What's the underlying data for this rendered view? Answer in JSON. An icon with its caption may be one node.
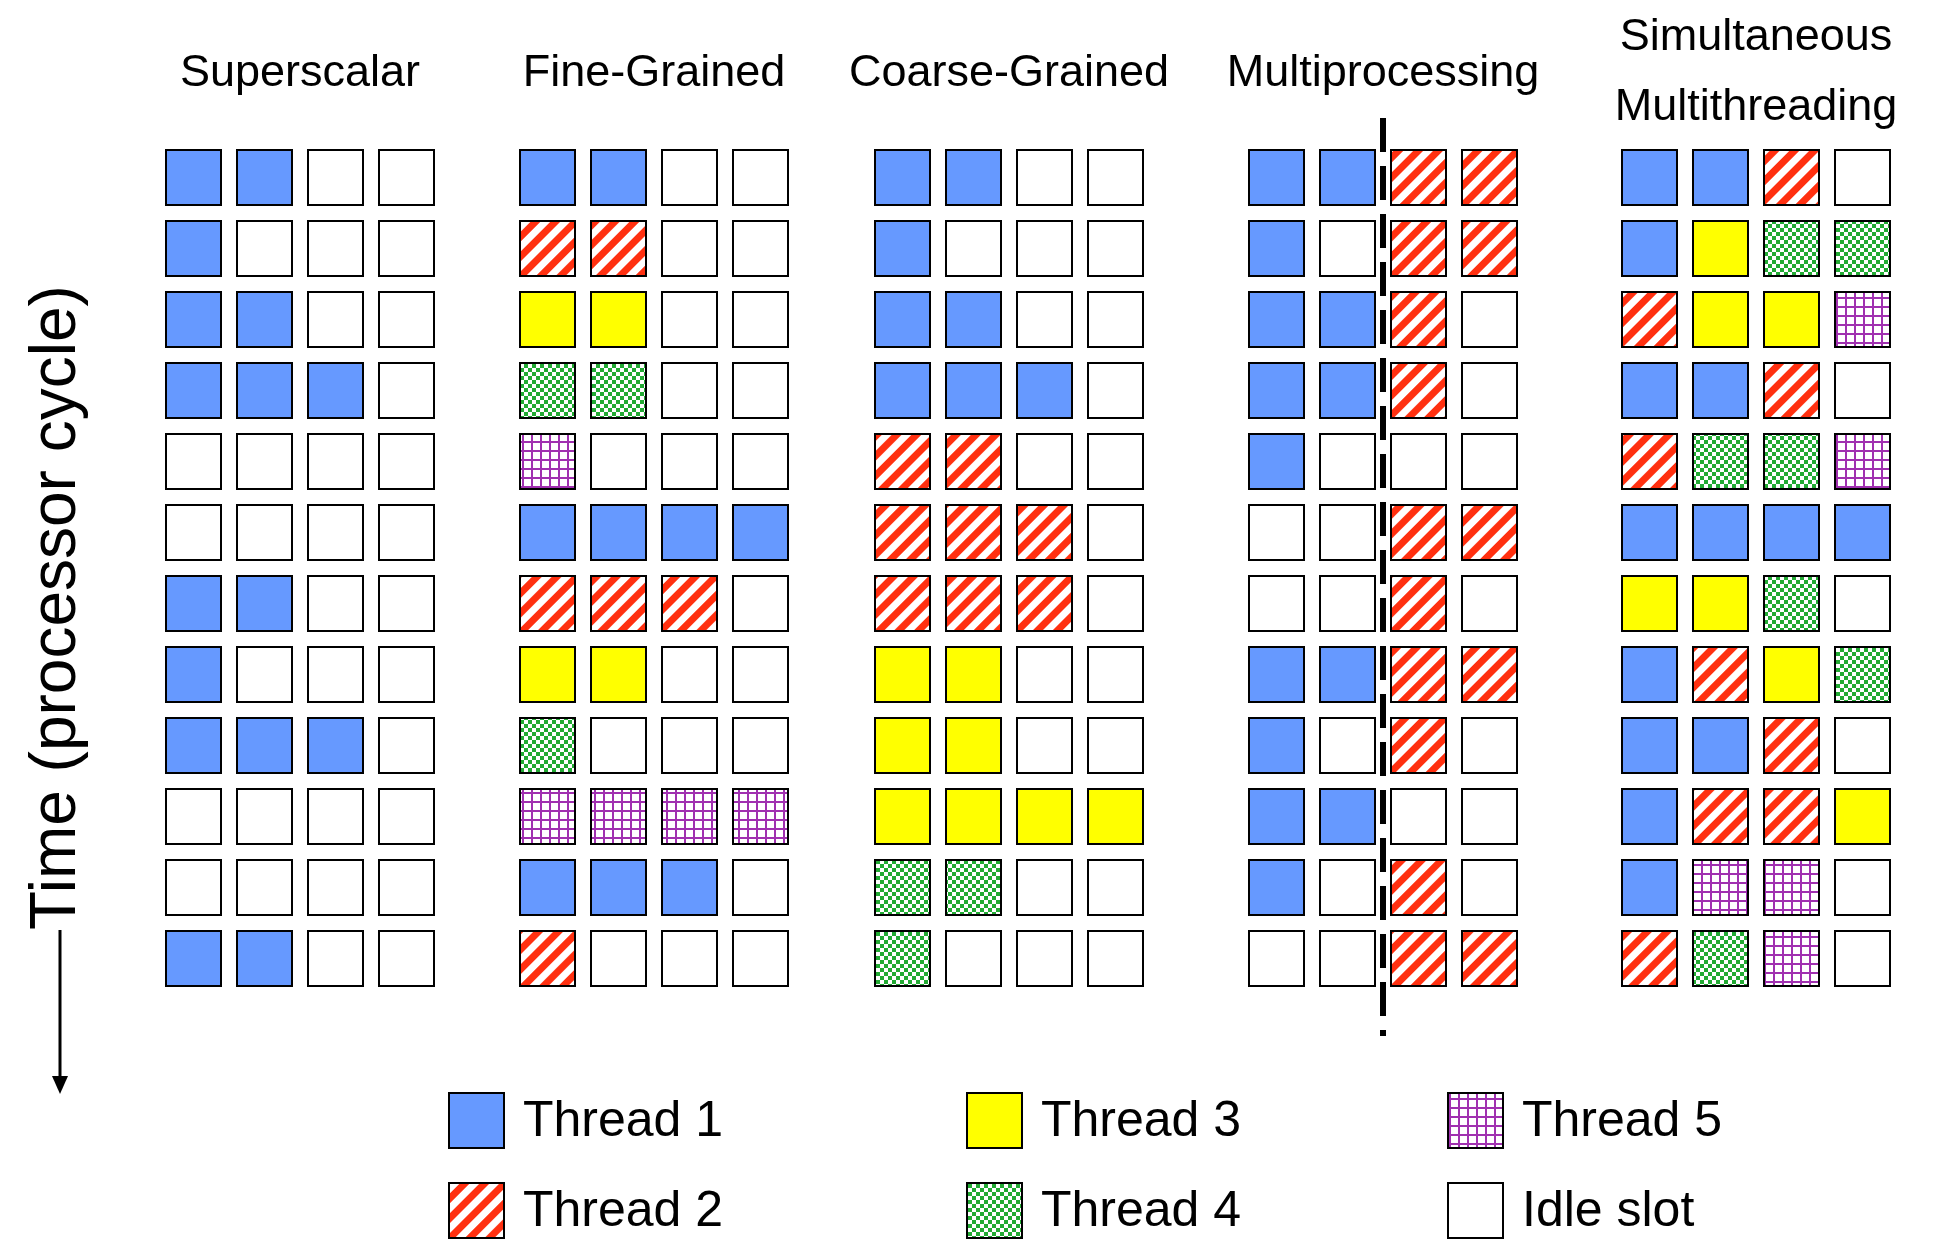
{
  "diagram": {
    "labels": [
      "Superscalar",
      "Fine-Grained",
      "Coarse-Grained",
      "Multiprocessing",
      "Simultaneous Multithreading",
      "Time (processor cycle)"
    ],
    "legend": [
      {
        "text": "Thread 1",
        "color": "#6699ff"
      },
      {
        "text": "Thread 3",
        "color": "#ffff00"
      },
      {
        "text": "Thread 5"
      },
      {
        "text": "Thread 2"
      },
      {
        "text": "Thread 4"
      },
      {
        "text": "Idle slot",
        "color": "#ffffff"
      }
    ]
  }
}
